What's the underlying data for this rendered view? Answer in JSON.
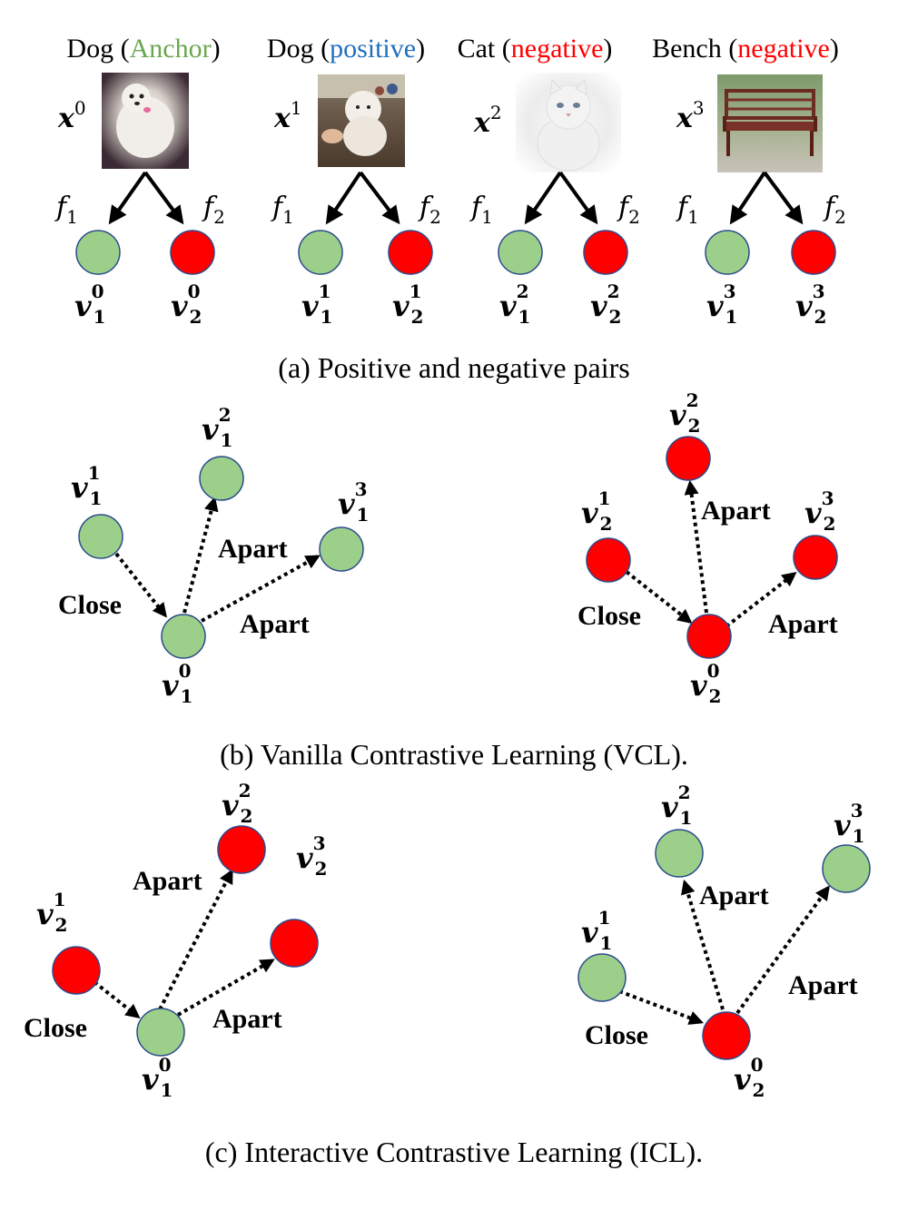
{
  "colors": {
    "anchor": "#6aa84f",
    "positive": "#1f6fbf",
    "negative": "#ff0000",
    "green_node": "#9cd08a",
    "red_node": "#ff0000",
    "node_stroke": "#2b4b8c"
  },
  "panel_a": {
    "samples": [
      {
        "name": "Dog",
        "role": "Anchor",
        "x_base": "x",
        "x_sup": "0",
        "image": "white-dog-photo",
        "f1": "f",
        "f1_sub": "1",
        "f2": "f",
        "f2_sub": "2",
        "v1_base": "v",
        "v1_sup": "0",
        "v1_sub": "1",
        "v2_base": "v",
        "v2_sup": "0",
        "v2_sub": "2"
      },
      {
        "name": "Dog",
        "role": "positive",
        "x_base": "x",
        "x_sup": "1",
        "image": "poodle-photo",
        "f1": "f",
        "f1_sub": "1",
        "f2": "f",
        "f2_sub": "2",
        "v1_base": "v",
        "v1_sup": "1",
        "v1_sub": "1",
        "v2_base": "v",
        "v2_sup": "1",
        "v2_sub": "2"
      },
      {
        "name": "Cat",
        "role": "negative",
        "x_base": "x",
        "x_sup": "2",
        "image": "white-cat-photo",
        "f1": "f",
        "f1_sub": "1",
        "f2": "f",
        "f2_sub": "2",
        "v1_base": "v",
        "v1_sup": "2",
        "v1_sub": "1",
        "v2_base": "v",
        "v2_sup": "2",
        "v2_sub": "2"
      },
      {
        "name": "Bench",
        "role": "negative",
        "x_base": "x",
        "x_sup": "3",
        "image": "bench-photo",
        "f1": "f",
        "f1_sub": "1",
        "f2": "f",
        "f2_sub": "2",
        "v1_base": "v",
        "v1_sup": "3",
        "v1_sub": "1",
        "v2_base": "v",
        "v2_sup": "3",
        "v2_sub": "2"
      }
    ],
    "caption": "(a) Positive and negative pairs"
  },
  "panel_b": {
    "caption": "(b) Vanilla Contrastive Learning (VCL).",
    "left": {
      "center": {
        "base": "v",
        "sup": "0",
        "sub": "1"
      },
      "close_node": {
        "base": "v",
        "sup": "1",
        "sub": "1"
      },
      "apart_node_1": {
        "base": "v",
        "sup": "2",
        "sub": "1"
      },
      "apart_node_2": {
        "base": "v",
        "sup": "3",
        "sub": "1"
      },
      "close_label": "Close",
      "apart_label_1": "Apart",
      "apart_label_2": "Apart"
    },
    "right": {
      "center": {
        "base": "v",
        "sup": "0",
        "sub": "2"
      },
      "close_node": {
        "base": "v",
        "sup": "1",
        "sub": "2"
      },
      "apart_node_1": {
        "base": "v",
        "sup": "2",
        "sub": "2"
      },
      "apart_node_2": {
        "base": "v",
        "sup": "3",
        "sub": "2"
      },
      "close_label": "Close",
      "apart_label_1": "Apart",
      "apart_label_2": "Apart"
    }
  },
  "panel_c": {
    "caption": "(c) Interactive Contrastive Learning (ICL).",
    "left": {
      "center": {
        "base": "v",
        "sup": "0",
        "sub": "1"
      },
      "close_node": {
        "base": "v",
        "sup": "1",
        "sub": "2"
      },
      "apart_node_1": {
        "base": "v",
        "sup": "2",
        "sub": "2"
      },
      "apart_node_2": {
        "base": "v",
        "sup": "3",
        "sub": "2"
      },
      "close_label": "Close",
      "apart_label_1": "Apart",
      "apart_label_2": "Apart"
    },
    "right": {
      "center": {
        "base": "v",
        "sup": "0",
        "sub": "2"
      },
      "close_node": {
        "base": "v",
        "sup": "1",
        "sub": "1"
      },
      "apart_node_1": {
        "base": "v",
        "sup": "2",
        "sub": "1"
      },
      "apart_node_2": {
        "base": "v",
        "sup": "3",
        "sub": "1"
      },
      "close_label": "Close",
      "apart_label_1": "Apart",
      "apart_label_2": "Apart"
    }
  }
}
